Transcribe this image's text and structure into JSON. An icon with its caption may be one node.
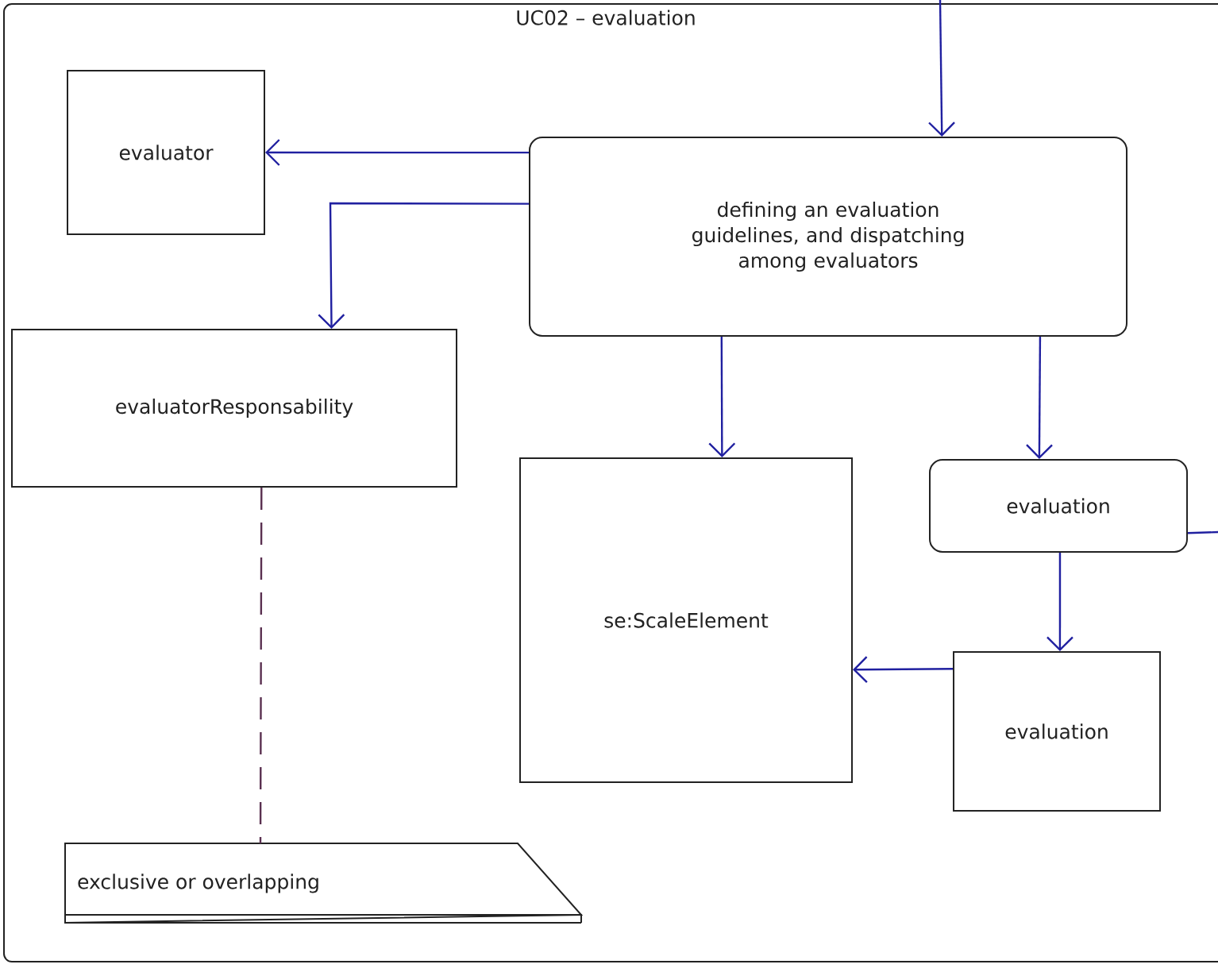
{
  "diagram": {
    "nodes": [
      {
        "text": [
          "UC02 – evaluation"
        ]
      },
      {
        "text": [
          "evaluator"
        ],
        "in": 0
      },
      {
        "text": [
          "defining an evaluation guidelines, and dispatching among evaluators"
        ],
        "in": 0
      },
      {
        "text": [
          "evaluatorResponsability"
        ],
        "in": 0
      },
      {
        "text": [
          "se:ScaleElement"
        ],
        "in": 0
      },
      {
        "text": [
          "evaluation"
        ],
        "in": 0
      },
      {
        "text": [
          "evaluation"
        ],
        "in": 0
      },
      {
        "text": [
          "exclusive or overlapping"
        ],
        "in": 0
      }
    ],
    "edges": [
      {
        "from": null,
        "to": 2,
        "arrow": "to"
      },
      {
        "from": 2,
        "to": 1,
        "arrow": "to"
      },
      {
        "from": 2,
        "to": 3,
        "arrow": "to"
      },
      {
        "from": 2,
        "to": 4,
        "arrow": "to"
      },
      {
        "from": 2,
        "to": 5,
        "arrow": "to"
      },
      {
        "from": 5,
        "to": null,
        "arrow": "none"
      },
      {
        "from": 5,
        "to": 6,
        "arrow": "to"
      },
      {
        "from": 6,
        "to": 4,
        "arrow": "to"
      },
      {
        "from": 3,
        "to": 7,
        "arrow": "none",
        "style": "dashed",
        "color": "#5a3050"
      }
    ]
  }
}
